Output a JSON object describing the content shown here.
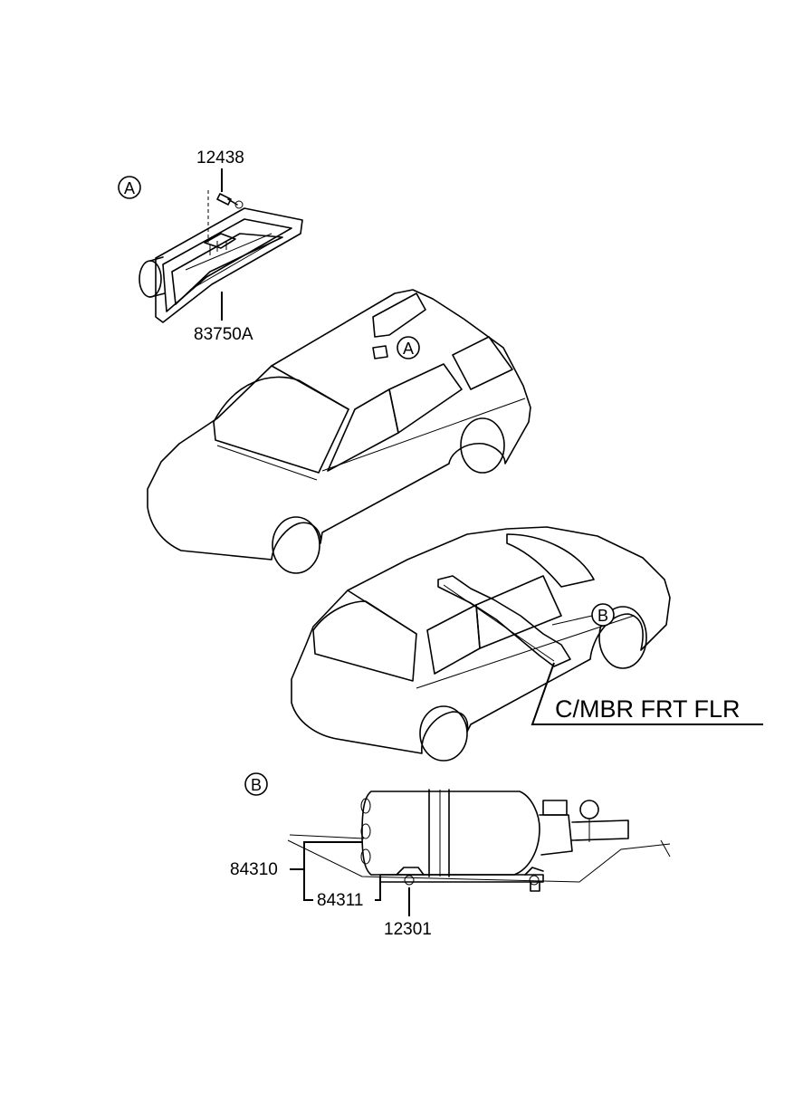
{
  "diagram": {
    "callouts": {
      "a_label": "A",
      "b_label": "B"
    },
    "parts": {
      "bolt": "12438",
      "lamp": "83750A",
      "box": "84310",
      "box_sub": "84311",
      "nut": "12301"
    },
    "location_label": "C/MBR FRT FLR"
  }
}
